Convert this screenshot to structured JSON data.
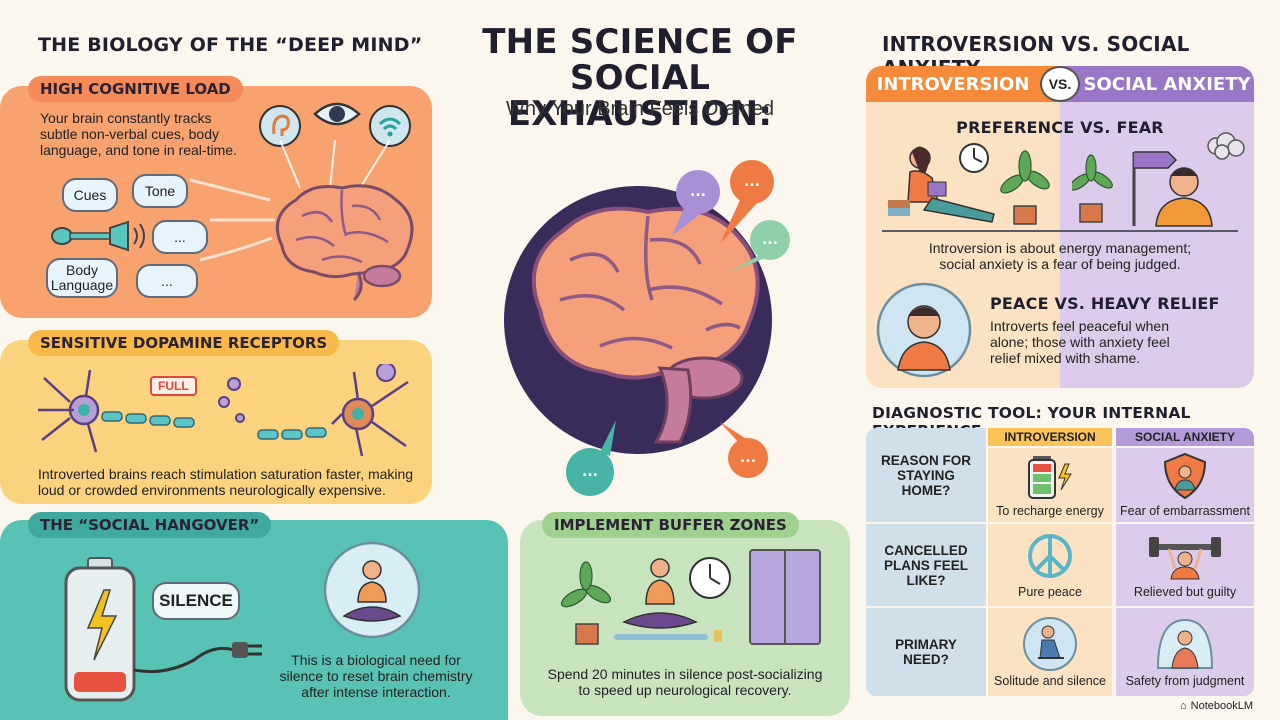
{
  "main_title": {
    "line1": "THE SCIENCE OF",
    "line2": "SOCIAL EXHAUSTION:",
    "subtitle": "Why Your Brain Feels Drained"
  },
  "left": {
    "heading": "THE BIOLOGY OF THE “DEEP MIND”",
    "cognitive": {
      "label": "HIGH COGNITIVE LOAD",
      "text_line1": "Your brain constantly tracks",
      "text_line2": "subtle non-verbal cues, body",
      "text_line3": "language, and tone in real-time.",
      "bubbles": {
        "cues": "Cues",
        "tone": "Tone",
        "dots1": "...",
        "body": "Body Language",
        "dots2": "..."
      }
    },
    "dopamine": {
      "label": "SENSITIVE DOPAMINE RECEPTORS",
      "full_tag": "FULL",
      "text_line1": "Introverted brains reach stimulation saturation faster, making",
      "text_line2": "loud or crowded environments neurologically expensive."
    },
    "hangover": {
      "label": "THE “SOCIAL HANGOVER”",
      "silence": "SILENCE",
      "text_line1": "This is a biological need for",
      "text_line2": "silence to reset brain chemistry",
      "text_line3": "after intense interaction."
    }
  },
  "buffer": {
    "label": "IMPLEMENT BUFFER ZONES",
    "text_line1": "Spend 20 minutes in silence post-socializing",
    "text_line2": "to speed up neurological recovery."
  },
  "right": {
    "heading": "INTROVERSION VS. SOCIAL ANXIETY",
    "tab_intro": "INTROVERSION",
    "tab_vs": "VS.",
    "tab_anx": "SOCIAL ANXIETY",
    "pref_title": "PREFERENCE VS. FEAR",
    "pref_text_line1": "Introversion is about energy management;",
    "pref_text_line2": "social anxiety is a fear of being judged.",
    "peace_title": "PEACE VS. HEAVY RELIEF",
    "peace_text_line1": "Introverts feel peaceful when",
    "peace_text_line2": "alone; those with anxiety feel",
    "peace_text_line3": "relief mixed with shame.",
    "diag_heading": "DIAGNOSTIC TOOL: YOUR INTERNAL EXPERIENCE",
    "col_intro": "INTROVERSION",
    "col_anx": "SOCIAL ANXIETY",
    "rows": [
      {
        "q": "REASON FOR STAYING HOME?",
        "intro": "To recharge energy",
        "anx": "Fear of embarrassment"
      },
      {
        "q": "CANCELLED PLANS FEEL LIKE?",
        "intro": "Pure peace",
        "anx": "Relieved but guilty"
      },
      {
        "q": "PRIMARY NEED?",
        "intro": "Solitude and silence",
        "anx": "Safety from judgment"
      }
    ]
  },
  "brand": "NotebookLM",
  "colors": {
    "orange": "#f7a26f",
    "yellow": "#fbd27e",
    "teal": "#58c2b4",
    "green": "#c8e4bf",
    "purple": "#c9b4e4",
    "navy": "#3a2c5a",
    "blue": "#cfe0ea"
  }
}
